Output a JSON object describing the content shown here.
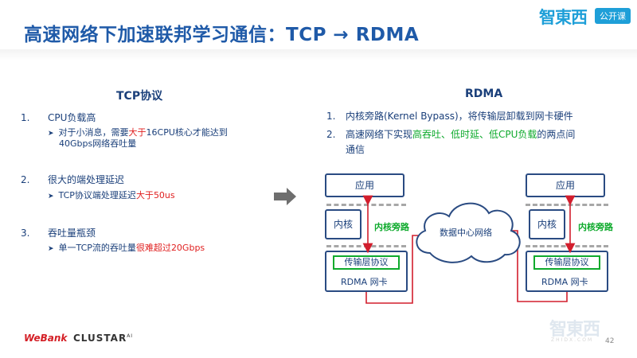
{
  "header": {
    "title": "高速网络下加速联邦学习通信：TCP → RDMA",
    "brand": "智東西",
    "brand_tag": "公开课"
  },
  "left": {
    "heading": "TCP协议",
    "items": [
      {
        "num": "1.",
        "label": "CPU负载高",
        "sub_parts": [
          "对于小消息，需要",
          "大于",
          "16CPU核心才能达到"
        ],
        "sub_line2": "40Gbps网络吞吐量"
      },
      {
        "num": "2.",
        "label": "很大的端处理延迟",
        "sub_parts": [
          "TCP协议端处理延迟",
          "大于",
          "50us"
        ]
      },
      {
        "num": "3.",
        "label": "吞吐量瓶颈",
        "sub_parts": [
          "单一TCP流的吞吐量",
          "很难超过",
          "20Gbps"
        ]
      }
    ]
  },
  "right": {
    "heading": "RDMA",
    "items": [
      {
        "num": "1.",
        "label": "内核旁路(Kernel Bypass)，将传输层卸载到网卡硬件"
      },
      {
        "num": "2.",
        "parts": [
          "高速网络下实现",
          "高吞吐、低时延、低CPU负载",
          "的两点间"
        ],
        "line2": "通信"
      }
    ]
  },
  "diagram": {
    "app": "应用",
    "kernel": "内核",
    "bypass": "内核旁路",
    "transport": "传输层协议",
    "nic": "RDMA 网卡",
    "cloud": "数据中心网络"
  },
  "footer": {
    "webank": "WeBank",
    "clustar": "CLUSTAR",
    "clustar_sup": "AI",
    "page": "42",
    "watermark": "智東西",
    "watermark_sub": "ZHIDX.COM"
  },
  "colors": {
    "title_blue": "#1f5aa8",
    "text_navy": "#1a3f7a",
    "highlight_red": "#e02020",
    "highlight_green": "#0eaa2c",
    "brand_cyan": "#1e9fd8"
  }
}
